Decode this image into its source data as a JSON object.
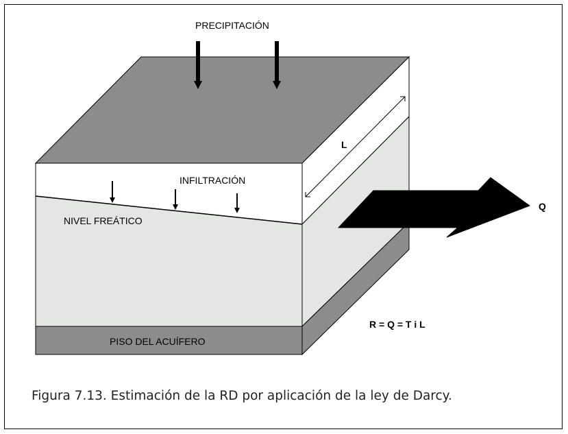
{
  "labels": {
    "precipitation": "PRECIPITACIÓN",
    "infiltration": "INFILTRACIÓN",
    "water_table": "NIVEL FREÁTICO",
    "aquifer_floor": "PISO DEL ACUÍFERO",
    "length": "L",
    "discharge": "Q",
    "formula": "R = Q = T i L"
  },
  "caption": "Figura 7.13. Estimación de la RD por aplicación de la ley de Darcy.",
  "colors": {
    "top_face": "#8c8c8c",
    "aquifer_body": "#e3e6e3",
    "unsaturated_zone": "#ffffff",
    "aquifer_floor": "#8c8c8c",
    "arrows": "#000000"
  }
}
